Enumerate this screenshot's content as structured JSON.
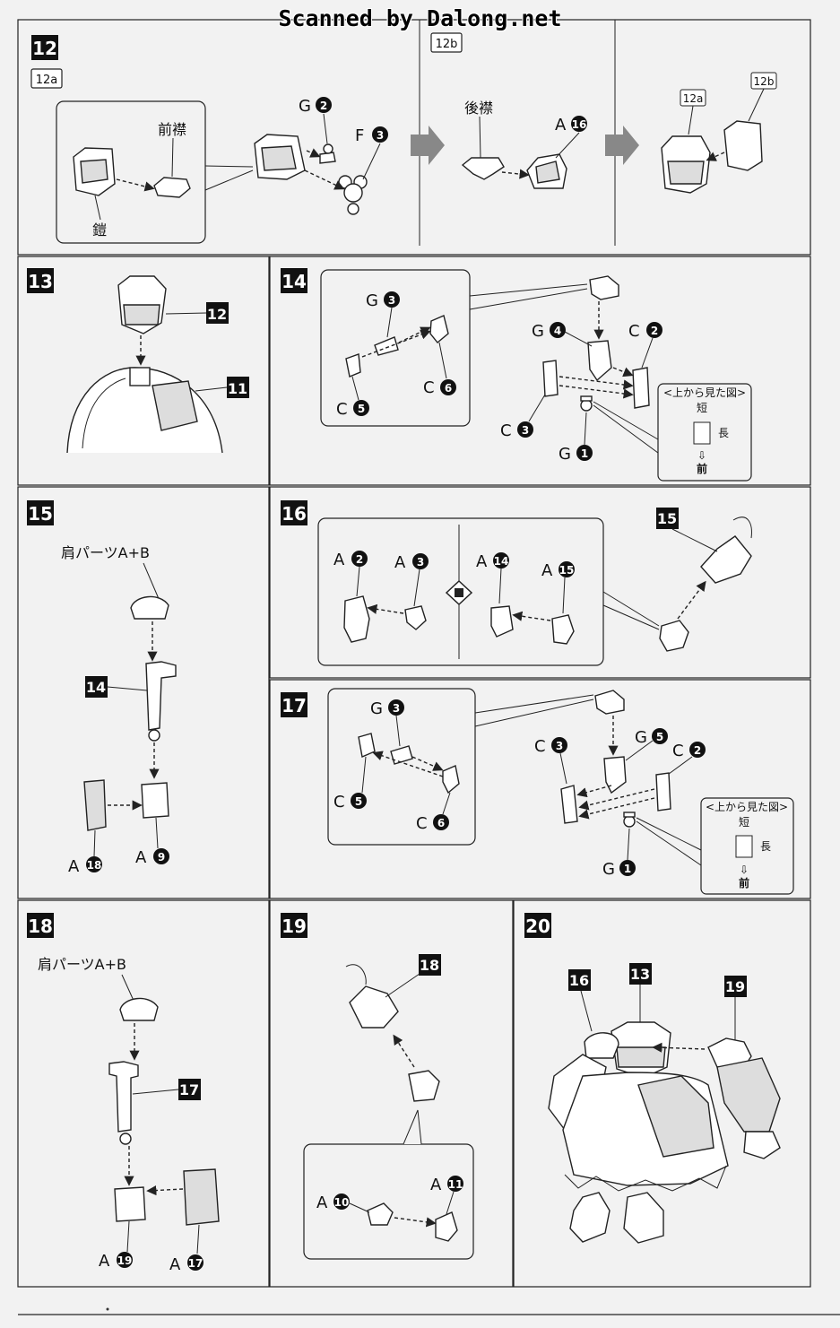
{
  "watermark": "Scanned by Dalong.net",
  "steps": {
    "s12": {
      "num": "12",
      "sub_a": "12a",
      "sub_b": "12b",
      "mae_eri": "前襟",
      "yoroi": "鎧",
      "ushiro_eri": "後襟",
      "g_letter": "G",
      "g_num": "2",
      "f_letter": "F",
      "f_num": "3",
      "a_letter": "A",
      "a_num": "16"
    },
    "s13": {
      "num": "13",
      "ref12": "12",
      "ref11": "11"
    },
    "s14": {
      "num": "14",
      "g3": "3",
      "c6": "6",
      "c5": "5",
      "g4": "4",
      "c2": "2",
      "c3": "3",
      "g1": "1",
      "topview": "<上から見た図>",
      "short": "短",
      "long": "長",
      "front": "前"
    },
    "s15": {
      "num": "15",
      "shoulder": "肩パーツA+B",
      "ref14": "14",
      "a18": "18",
      "a9": "9"
    },
    "s16": {
      "num": "16",
      "ref15": "15",
      "a2": "2",
      "a3": "3",
      "a14": "14",
      "a15": "15"
    },
    "s17": {
      "num": "17",
      "g3": "3",
      "c5": "5",
      "c6": "6",
      "c3": "3",
      "g5": "5",
      "c2": "2",
      "g1": "1",
      "topview": "<上から見た図>",
      "short": "短",
      "long": "長",
      "front": "前"
    },
    "s18": {
      "num": "18",
      "shoulder": "肩パーツA+B",
      "ref17": "17",
      "a19": "19",
      "a17": "17"
    },
    "s19": {
      "num": "19",
      "ref18": "18",
      "a10": "10",
      "a11": "11"
    },
    "s20": {
      "num": "20",
      "ref16": "16",
      "ref13": "13",
      "ref19": "19"
    }
  },
  "letters": {
    "A": "A",
    "C": "C",
    "G": "G"
  }
}
